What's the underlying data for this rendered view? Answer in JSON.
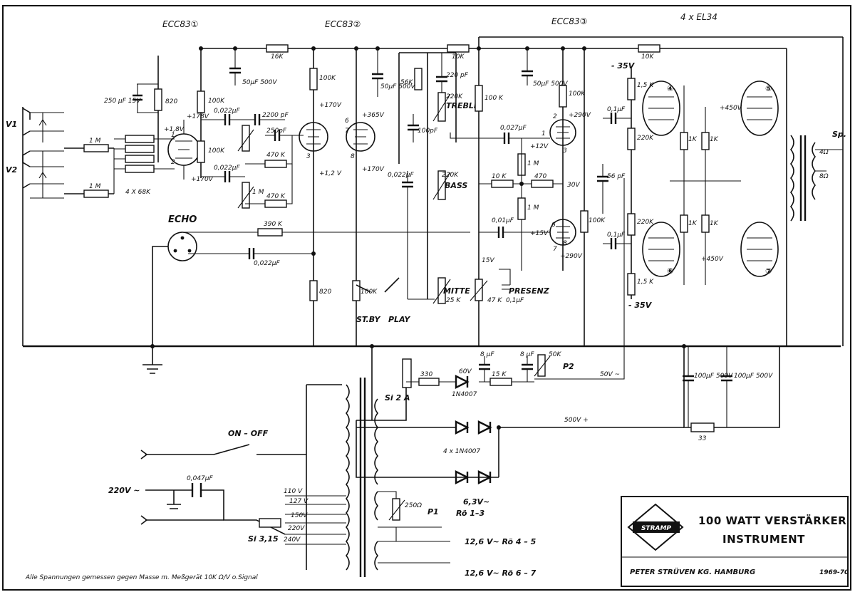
{
  "headers": {
    "tube1": "ECC83①",
    "tube2": "ECC83②",
    "tube3": "ECC83③",
    "power": "4 x EL34"
  },
  "inputs": {
    "v1": "V1",
    "v2": "V2",
    "echo": "ECHO"
  },
  "labels": {
    "r16k": "16K",
    "r10k_a": "10K",
    "r10k_b": "10K",
    "c250": "250 µF 15V",
    "r820_a": "820",
    "r100k_a": "100K",
    "r100k_b": "100K",
    "c50_500": "50µF 500V",
    "c022_a": "0,022µF",
    "c2200": "2200 pF",
    "r100k_c": "100K",
    "v170_a": "+170V",
    "v365": "+365V",
    "r56k": "56K",
    "c220p": "220 pF",
    "r220k": "220K",
    "treble": "TREBLE",
    "c50_500b": "50µF 500V",
    "r100k_d": "100 K",
    "r100k_e": "100K",
    "v35": "- 35V",
    "v290": "+290V",
    "c01_a": "0,1µF",
    "v450a": "+450V",
    "v178": "+178V",
    "v18": "+1,8V",
    "r1m_a": "1 M",
    "r1m_b": "1 M",
    "r4x68": "4 X 68K",
    "v170_b": "+170V",
    "c022_b": "0,022µF",
    "r1m_pot": "1 M",
    "r470_a": "470 K",
    "r470_b": "470 K",
    "c250p": "250pF",
    "v12a": "+1,2 V",
    "v170_c": "+170V",
    "c100p": "100pF",
    "c0022": "0,022µF",
    "r220k_bass": "220K",
    "bass": "BASS",
    "c0027": "0,027µF",
    "v12b": "+12V",
    "r1m_c": "1 M",
    "r10k_c": "10 K",
    "r470_c": "470",
    "v30": "30V",
    "r1m_d": "1 M",
    "c001": "0,01µF",
    "v15": "+15V",
    "v290b": "+290V",
    "c56p": "56 pF",
    "r100k_f": "100K",
    "c01_b": "0,1µF",
    "r220k_a": "220K",
    "r220k_b": "220K",
    "r1k_a": "1K",
    "r1k_b": "1K",
    "r1k_c": "1K",
    "r1k_d": "1K",
    "v450b": "+450V",
    "r15k_a": "1,5 K",
    "r15k_b": "1,5 K",
    "v35b": "- 35V",
    "sp": "Sp.",
    "ohm4": "4Ω",
    "ohm8": "8Ω",
    "r390k": "390 K",
    "c0022b": "0,022µF",
    "r820_b": "820",
    "r100k_g": "100K",
    "stby": "ST.BY",
    "play": "PLAY",
    "mitte": "MITTE",
    "r25k": "25 K",
    "v15b": "15V",
    "r47k": "47 K",
    "presenz": "PRESENZ",
    "c01p": "0,1µF",
    "c8a": "8 µF",
    "c8b": "8 µF",
    "r50k": "50K",
    "p2": "P2",
    "v60": "60V",
    "r15k": "15 K",
    "r330": "330",
    "d1n4007": "1N4007",
    "v50": "50V ~",
    "c100u": "100µF 500V",
    "c100u_b": "100µF 500V",
    "fuse2a": "Si 2 A",
    "v500": "500V +",
    "r33": "33",
    "diodes": "4 x 1N4007",
    "onoff": "ON – OFF",
    "mains": "220V ~",
    "c0047": "0,047µF",
    "si315": "Si 3,15",
    "t110": "110 V",
    "t127": "127 V",
    "t150": "150V",
    "t220": "220V",
    "t240": "240V",
    "r250": "250Ω",
    "p1": "P1",
    "h63": "6,3V~",
    "ro13": "Rö 1–3",
    "h126a": "12,6 V~  Rö 4 – 5",
    "h126b": "12,6 V~  Rö 6 – 7",
    "footnote": "Alle Spannungen gemessen gegen Masse m. Meßgerät 10K Ω/V o.Signal"
  },
  "pins": [
    "1",
    "2",
    "3",
    "6",
    "7",
    "8",
    "2",
    "1",
    "3",
    "6",
    "7",
    "8"
  ],
  "tube_numbers": [
    "④",
    "⑤",
    "⑥",
    "⑦"
  ],
  "titleblock": {
    "brand": "STRAMP",
    "line1": "100 WATT VERSTÄRKER",
    "line2": "INSTRUMENT",
    "maker": "PETER STRÜVEN KG.  HAMBURG",
    "year": "1969-70"
  }
}
